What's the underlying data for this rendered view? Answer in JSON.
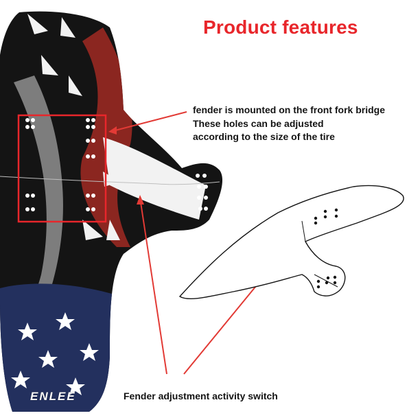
{
  "title": "Product features",
  "notes": {
    "mount": "fender is mounted on the front fork bridge",
    "holes_line1": "These holes can be adjusted",
    "holes_line2": "according to the size of the tire",
    "switch": "Fender adjustment activity switch"
  },
  "brand": "ENLEE",
  "colors": {
    "title": "#e8262b",
    "arrow": "#e23a35",
    "highlight_box": "#e8262b",
    "fender_black": "#141414",
    "fender_red": "#8b2620",
    "fender_grey": "#7d7d7d",
    "fender_white": "#f2f2f2",
    "flag_blue": "#23305e"
  }
}
